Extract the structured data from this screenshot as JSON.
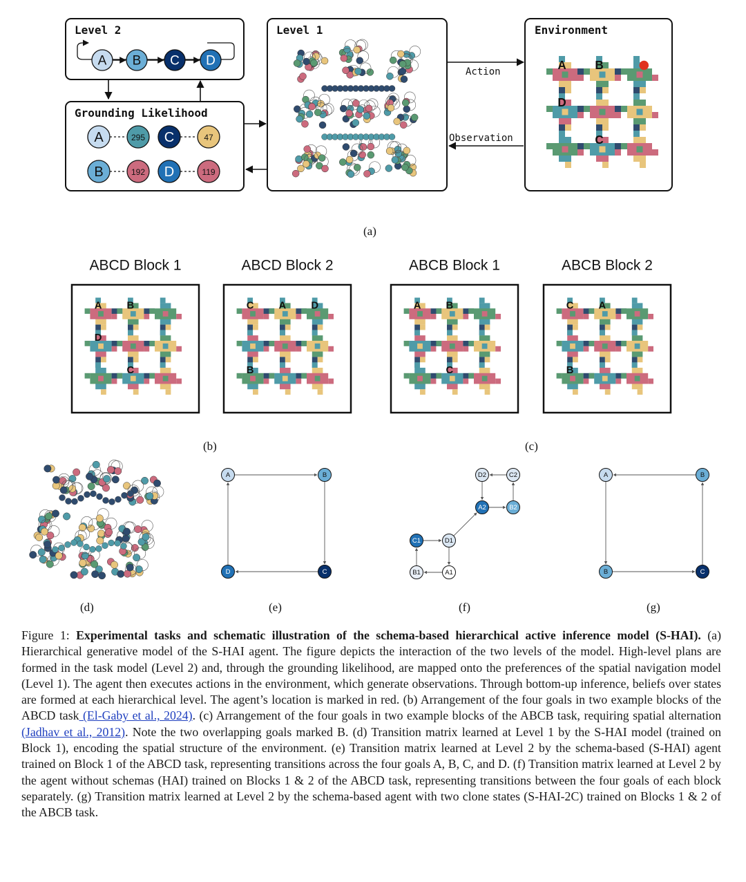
{
  "panel_a": {
    "level2": {
      "title": "Level 2",
      "nodes": [
        "A",
        "B",
        "C",
        "D"
      ]
    },
    "grounding": {
      "title": "Grounding Likelihood",
      "pairs": [
        {
          "goal": "A",
          "state": "295"
        },
        {
          "goal": "C",
          "state": "47"
        },
        {
          "goal": "B",
          "state": "192"
        },
        {
          "goal": "D",
          "state": "119"
        }
      ]
    },
    "level1": {
      "title": "Level 1"
    },
    "environment": {
      "title": "Environment",
      "goals": [
        "A",
        "B",
        "D",
        "C"
      ]
    },
    "action_label": "Action",
    "observation_label": "Observation",
    "caption": "(a)"
  },
  "blocks": [
    {
      "title": "ABCD Block 1",
      "goals": [
        "A",
        "B",
        "D",
        "C"
      ]
    },
    {
      "title": "ABCD Block 2",
      "goals": [
        "C",
        "A",
        "D",
        "B"
      ]
    },
    {
      "title": "ABCB Block 1",
      "goals": [
        "A",
        "B",
        "C"
      ]
    },
    {
      "title": "ABCB Block 2",
      "goals": [
        "C",
        "A",
        "B"
      ]
    }
  ],
  "panel_b_caption": "(b)",
  "panel_c_caption": "(c)",
  "panel_d_caption": "(d)",
  "graph_e": {
    "nodes": [
      "A",
      "B",
      "C",
      "D"
    ],
    "caption": "(e)"
  },
  "graph_f": {
    "nodes": [
      "D2",
      "C2",
      "A2",
      "B2",
      "C1",
      "D1",
      "B1",
      "A1"
    ],
    "caption": "(f)"
  },
  "graph_g": {
    "nodes": [
      "A",
      "B",
      "B",
      "C"
    ],
    "caption": "(g)"
  },
  "colors": {
    "A": "#c6dbef",
    "B": "#6baed6",
    "C": "#08306b",
    "D": "#2171b5",
    "teal": "#4f9ba8",
    "pink": "#cc6b7e",
    "sand": "#e8c57c",
    "green": "#5a9a72",
    "navy": "#2f4b6e",
    "agent": "#e0321e"
  },
  "caption": {
    "label": "Figure 1:",
    "title": "Experimental tasks and schematic illustration of the schema-based hierarchical active inference model (S-HAI).",
    "part1": "(a) Hierarchical generative model of the S-HAI agent. The figure depicts the interaction of the two levels of the model. High-level plans are formed in the task model (Level 2) and, through the grounding likelihood, are mapped onto the preferences of the spatial navigation model (Level 1). The agent then executes actions in the environment, which generate observations. Through bottom-up inference, beliefs over states are formed at each hierarchical level. The agent’s location is marked in red. (b) Arrangement of the four goals in two example blocks of the ABCD task",
    "cite1": " (El-Gaby et al., 2024)",
    "part2": ". (c) Arrangement of the four goals in two example blocks of the ABCB task, requiring spatial alternation",
    "cite2": " (Jadhav et al., 2012)",
    "part3": ". Note the two overlapping goals marked B. (d) Transition matrix learned at Level 1 by the S-HAI model (trained on Block 1), encoding the spatial structure of the environment. (e) Transition matrix learned at Level 2 by the schema-based (S-HAI) agent trained on Block 1 of the ABCD task, representing transitions across the four goals A, B, C, and D. (f) Transition matrix learned at Level 2 by the agent without schemas (HAI) trained on Blocks 1 & 2 of the ABCD task, representing transitions between the four goals of each block separately. (g) Transition matrix learned at Level 2 by the schema-based agent with two clone states (S-HAI-2C) trained on Blocks 1 & 2 of the ABCB task."
  }
}
